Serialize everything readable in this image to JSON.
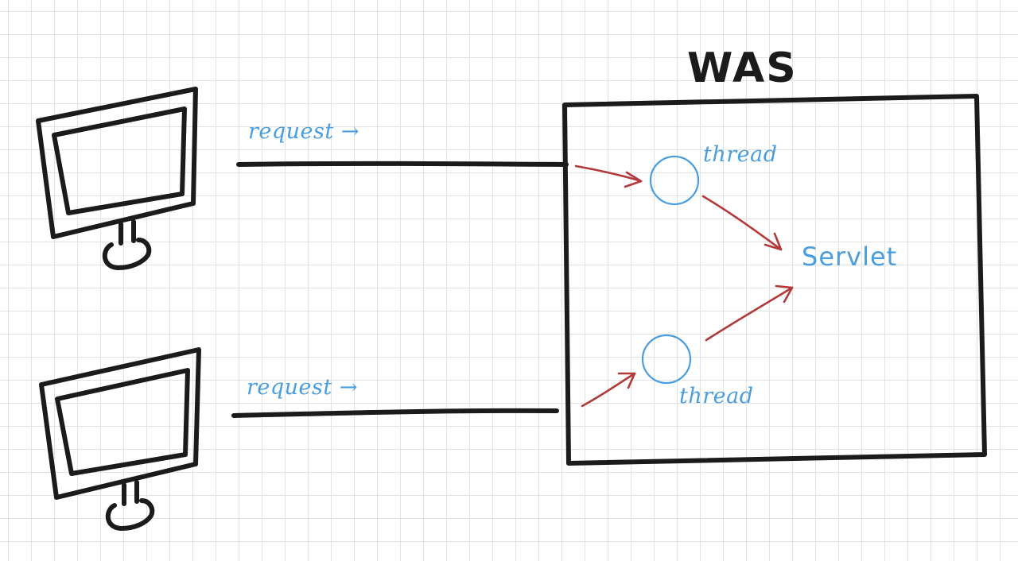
{
  "diagram": {
    "title": "WAS",
    "client_request_label_top": "request →",
    "client_request_label_bottom": "request →",
    "thread_label_top": "thread",
    "thread_label_bottom": "thread",
    "servlet_label": "Servlet"
  },
  "colors": {
    "ink": "#1b1b1b",
    "blue": "#4a9ee0",
    "red": "#b23a3a",
    "grid": "#e2e2e2"
  },
  "icons": {
    "client": "monitor-icon"
  }
}
